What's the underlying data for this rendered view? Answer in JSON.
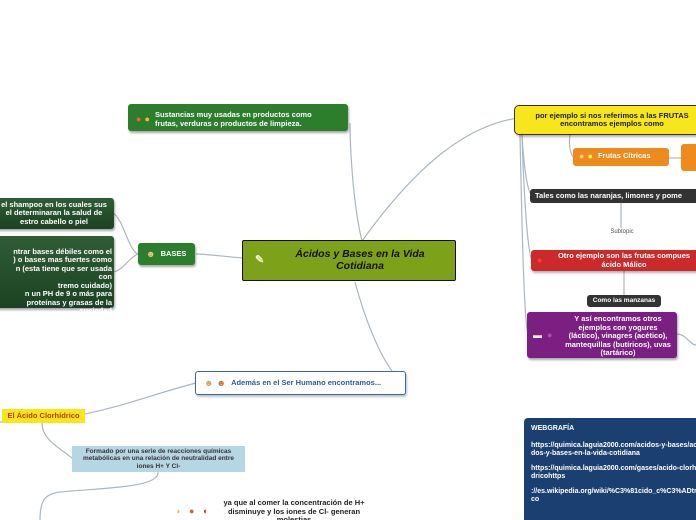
{
  "central": {
    "title": "Ácidos y Bases en la Vida Cotidiana",
    "icon": "pencil-icon"
  },
  "nodes": {
    "sustancias": {
      "text": "Sustancias muy usadas en productos como frutas, verduras o productos de limpieza.",
      "icons": [
        "tomato-icon",
        "orange-icon"
      ]
    },
    "bases": {
      "text": "BASES",
      "icon": "person-icon"
    },
    "shampoo": {
      "text": "el shampoo en los cuales sus\nel determinaran la salud de\nestro cabello o piel"
    },
    "bases_debiles": {
      "text": "ntrar bases débiles como el\n) o bases mas fuertes como\nn (esta tiene que ser usada\ncon\ntremo cuidado)\nn un PH de 9 o más para\nproteínas y grasas de la\nsuciedad"
    },
    "frutas": {
      "text": "por ejemplo si nos referimos a las FRUTAS encontramos ejemplos como"
    },
    "citricas": {
      "text": "Frutas Cítricas",
      "icons": [
        "orange-icon",
        "lemon-icon"
      ]
    },
    "naranjas": {
      "text": "Tales como las naranjas, limones y pome"
    },
    "subtopic": {
      "text": "Subtopic"
    },
    "otro": {
      "text": "Otro ejemplo son las frutas compues ácido Málico",
      "icon": "apple-icon"
    },
    "manzanas": {
      "text": "Como las manzanas"
    },
    "yogures": {
      "text": "Y así encontramos otros ejemplos con yogures (láctico), vinagres (acético), mantequillas (butíricos), uvas (tartárico)",
      "icons": [
        "butter-icon",
        "grape-icon"
      ]
    },
    "humano": {
      "text": "Además en el Ser Humano encontramos...",
      "icons": [
        "man-icon",
        "woman-icon"
      ]
    },
    "clorhidrico": {
      "text": "El Ácido Clorhídrico"
    },
    "formado": {
      "text": "Formado por una serie de reacciones químicas metabólicas en una relación de neutralidad entre iones H+ Y Cl-"
    },
    "comer": {
      "text": "ya que al comer la concentración de H+ disminuye y los iones de Cl- generan molestias",
      "icons": [
        "taco-icon",
        "burger-icon",
        "pepper-icon"
      ]
    }
  },
  "webgrafia": {
    "title": "WEBGRAFÍA",
    "links": [
      "https://quimica.laguia2000.com/acidos-y-bases/acidos-y-bases-en-la-vida-cotidiana",
      "https://quimica.laguia2000.com/gases/acido-clorhidricohttps",
      "://es.wikipedia.org/wiki/%C3%81cido_c%C3%ADtrico"
    ]
  },
  "colors": {
    "central": "#7ea11a",
    "green": "#2c7d2c",
    "yellow": "#f6e61a",
    "red": "#cc2a2a",
    "purple": "#7c1f82",
    "navy": "#1a3f70",
    "lightblue": "#b6d6e4",
    "connector": "#aab6c2"
  }
}
